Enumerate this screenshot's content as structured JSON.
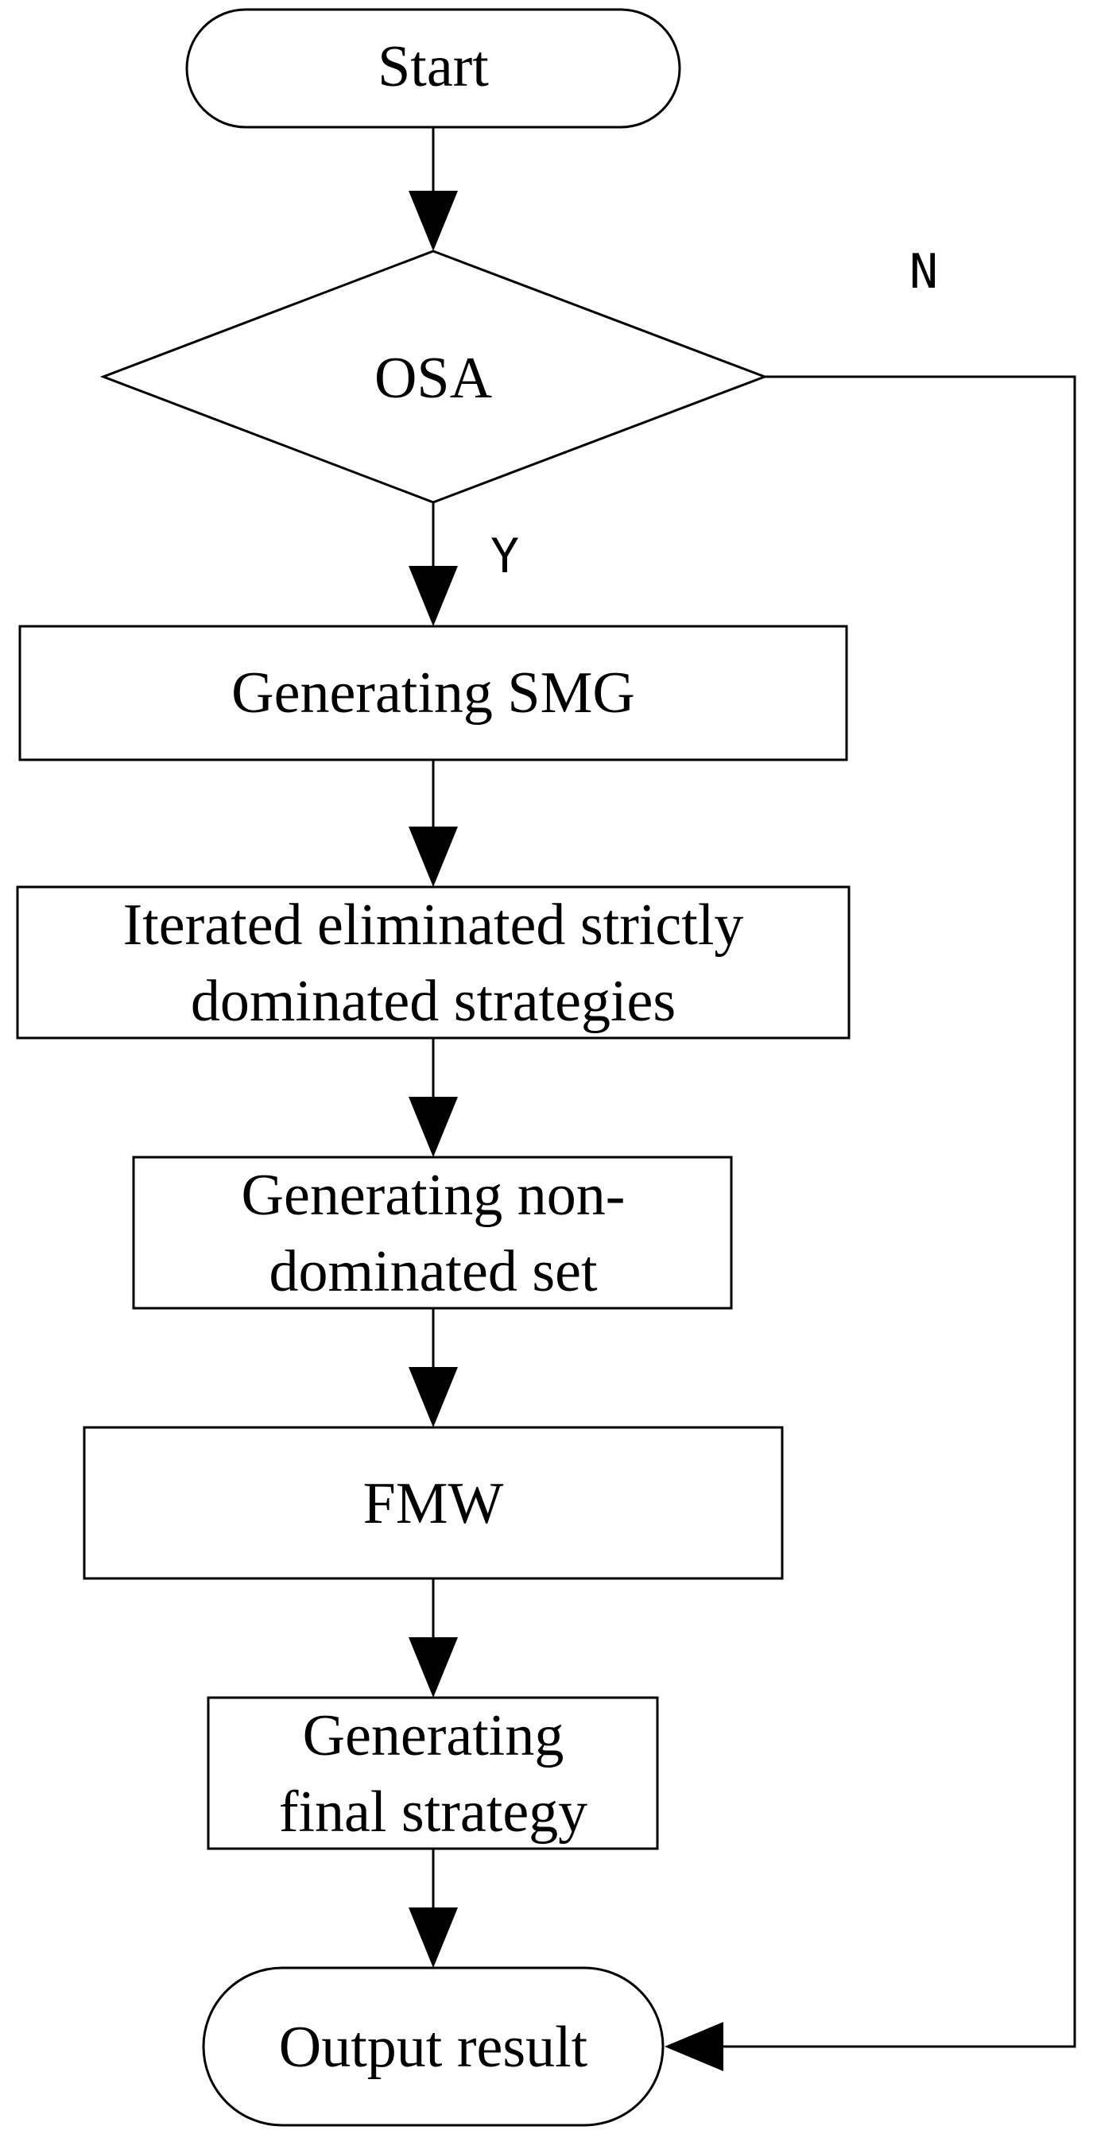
{
  "nodes": {
    "start": "Start",
    "osa": "OSA",
    "generating_smg": "Generating SMG",
    "iterated": [
      "Iterated eliminated strictly",
      "dominated strategies"
    ],
    "non_dominated": [
      "Generating non-",
      "dominated set"
    ],
    "fmw": "FMW",
    "final_strategy": [
      "Generating",
      "final strategy"
    ],
    "output": "Output result"
  },
  "branches": {
    "yes": "Y",
    "no": "N"
  }
}
